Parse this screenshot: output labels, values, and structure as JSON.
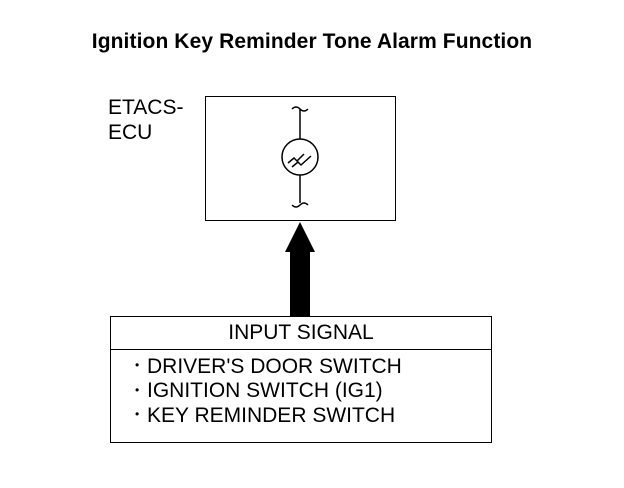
{
  "title": "Ignition Key Reminder Tone Alarm Function",
  "ecu": {
    "label_line1": "ETACS-",
    "label_line2": "ECU",
    "icon": "buzzer-icon"
  },
  "arrow": {
    "icon": "arrow-up-icon"
  },
  "input_signal": {
    "header": "INPUT SIGNAL",
    "bullet": "•",
    "items": [
      {
        "label": "DRIVER'S DOOR SWITCH"
      },
      {
        "label": "IGNITION SWITCH (IG1)"
      },
      {
        "label": "KEY REMINDER SWITCH"
      }
    ]
  }
}
